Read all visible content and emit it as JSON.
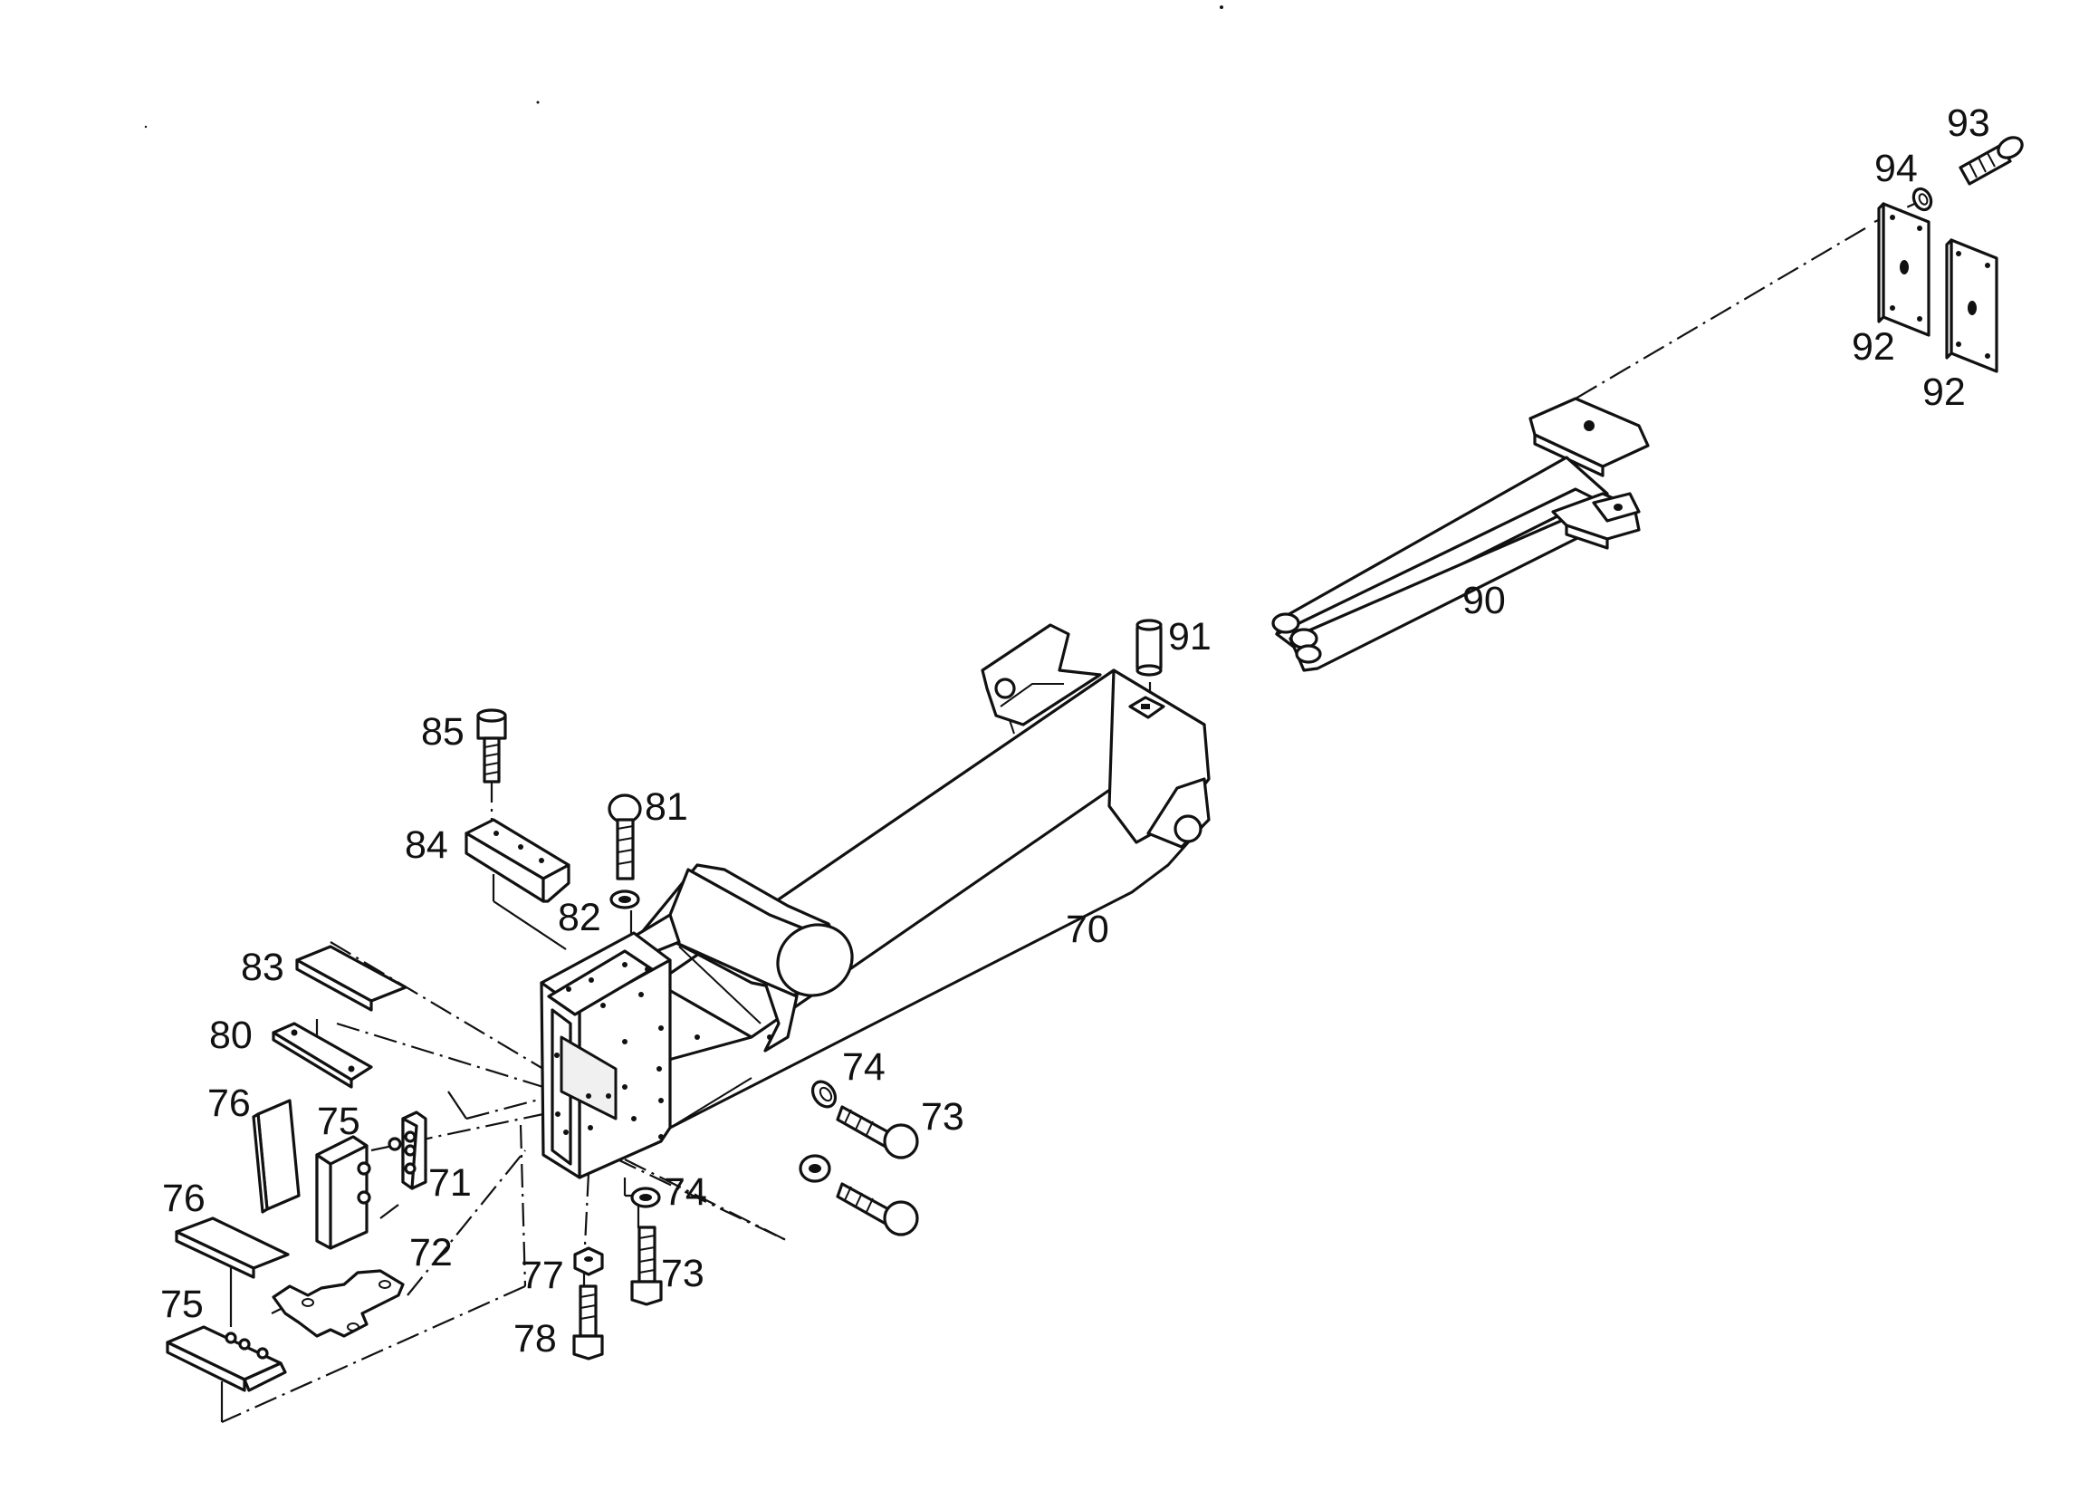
{
  "diagram": {
    "callouts": {
      "p70": "70",
      "p71": "71",
      "p72": "72",
      "p73a": "73",
      "p73b": "73",
      "p74a": "74",
      "p74b": "74",
      "p75a": "75",
      "p75b": "75",
      "p76a": "76",
      "p76b": "76",
      "p77": "77",
      "p78": "78",
      "p80": "80",
      "p81": "81",
      "p82": "82",
      "p83": "83",
      "p84": "84",
      "p85": "85",
      "p90": "90",
      "p91": "91",
      "p92a": "92",
      "p92b": "92",
      "p93": "93",
      "p94": "94"
    }
  }
}
